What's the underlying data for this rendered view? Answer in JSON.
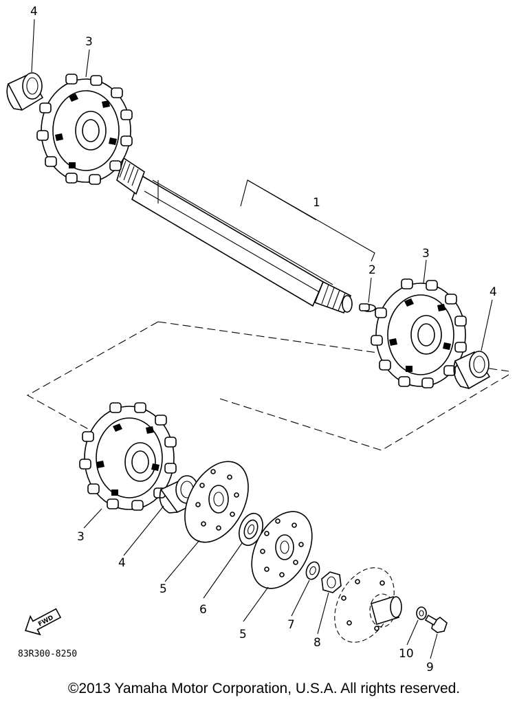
{
  "callouts": {
    "c4_top": "4",
    "c3_top": "3",
    "c1": "1",
    "c2": "2",
    "c3_right": "3",
    "c4_right": "4",
    "c3_bottom": "3",
    "c4_bottom": "4",
    "c5_left": "5",
    "c6": "6",
    "c5_right": "5",
    "c7": "7",
    "c8": "8",
    "c10": "10",
    "c9": "9"
  },
  "fwd_label": "FWD",
  "part_code": "83R300-8250",
  "copyright": "©2013 Yamaha Motor Corporation, U.S.A. All rights reserved."
}
